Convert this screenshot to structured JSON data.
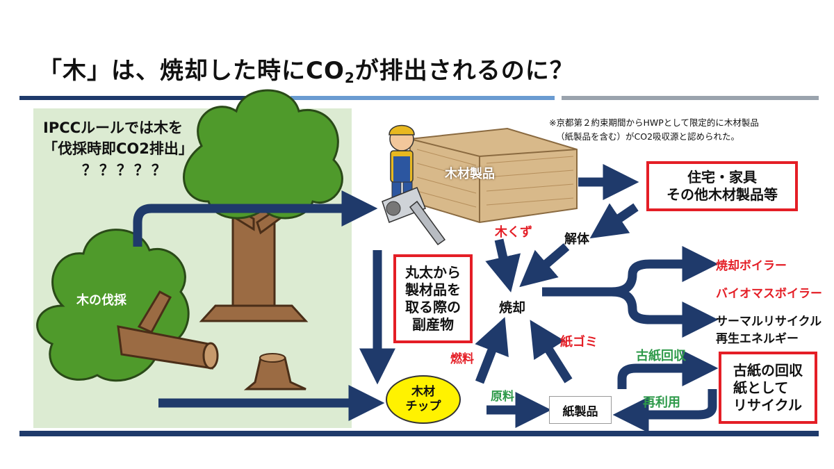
{
  "title": {
    "pre": "「木」は、焼却した時にCO",
    "sub": "2",
    "post": "が排出されるのに？"
  },
  "ipcc_note": {
    "line1": "IPCCルールでは木を",
    "line2": "「伐採時即CO2排出」",
    "line3": "？？？？？"
  },
  "kyoto_note": {
    "line1": "※京都第２約束期間からHWPとして限定的に木材製品",
    "line2": "（紙製品を含む）がCO2吸収源と認められた。"
  },
  "nodes": {
    "felling": "木の伐採",
    "lumber_products": "木材製品",
    "housing_line1": "住宅・家具",
    "housing_line2": "その他木材製品等",
    "dismantle": "解体",
    "wood_scrap": "木くず",
    "byproduct": [
      "丸太から",
      "製材品を",
      "取る際の",
      "副産物"
    ],
    "incineration": "焼却",
    "incin_boiler": "焼却ボイラー",
    "biomass_boiler": "バイオマスボイラー",
    "thermal_recycle": "サーマルリサイクル",
    "renewable": "再生エネルギー",
    "fuel": "燃料",
    "paper_waste": "紙ゴミ",
    "chips_line1": "木材",
    "chips_line2": "チップ",
    "raw_material": "原料",
    "paper_products": "紙製品",
    "old_paper_collect": "古紙回収",
    "reuse": "再利用",
    "recycle_box": [
      "古紙の回収",
      "紙として",
      "リサイクル"
    ]
  },
  "colors": {
    "arrow": "#1f3a6b",
    "red": "#e41e26",
    "green_text": "#2e9a4a",
    "panel": "#dcebd2",
    "tree_leaf": "#4f9a2b",
    "trunk": "#9b6b43"
  }
}
